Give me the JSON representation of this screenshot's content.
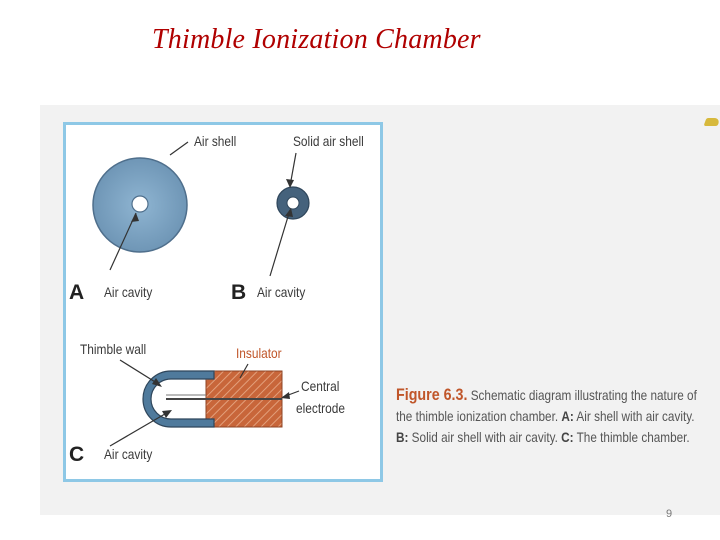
{
  "slide": {
    "title": "Thimble Ionization Chamber",
    "page_number": "9"
  },
  "figure": {
    "panel_a": {
      "letter": "A",
      "air_shell": "Air shell",
      "air_cavity": "Air cavity"
    },
    "panel_b": {
      "letter": "B",
      "solid_air_shell": "Solid air shell",
      "air_cavity": "Air cavity"
    },
    "panel_c": {
      "letter": "C",
      "thimble_wall": "Thimble wall",
      "insulator": "Insulator",
      "central": "Central",
      "electrode": "electrode",
      "air_cavity": "Air cavity"
    },
    "caption": {
      "label": "Figure 6.3.",
      "text": "Schematic diagram illustrating the nature of the thimble ionization chamber. ",
      "a_key": "A:",
      "a_text": " Air shell with air cavity. ",
      "b_key": "B:",
      "b_text": " Solid air shell with air cavity. ",
      "c_key": "C:",
      "c_text": " The thimble chamber."
    },
    "colors": {
      "shell_blue": "#7fa6c4",
      "shell_outline": "#4f6f8c",
      "insulator_orange": "#c8663a",
      "frame_blue": "#8ec8e6",
      "title_red": "#b00000"
    }
  }
}
